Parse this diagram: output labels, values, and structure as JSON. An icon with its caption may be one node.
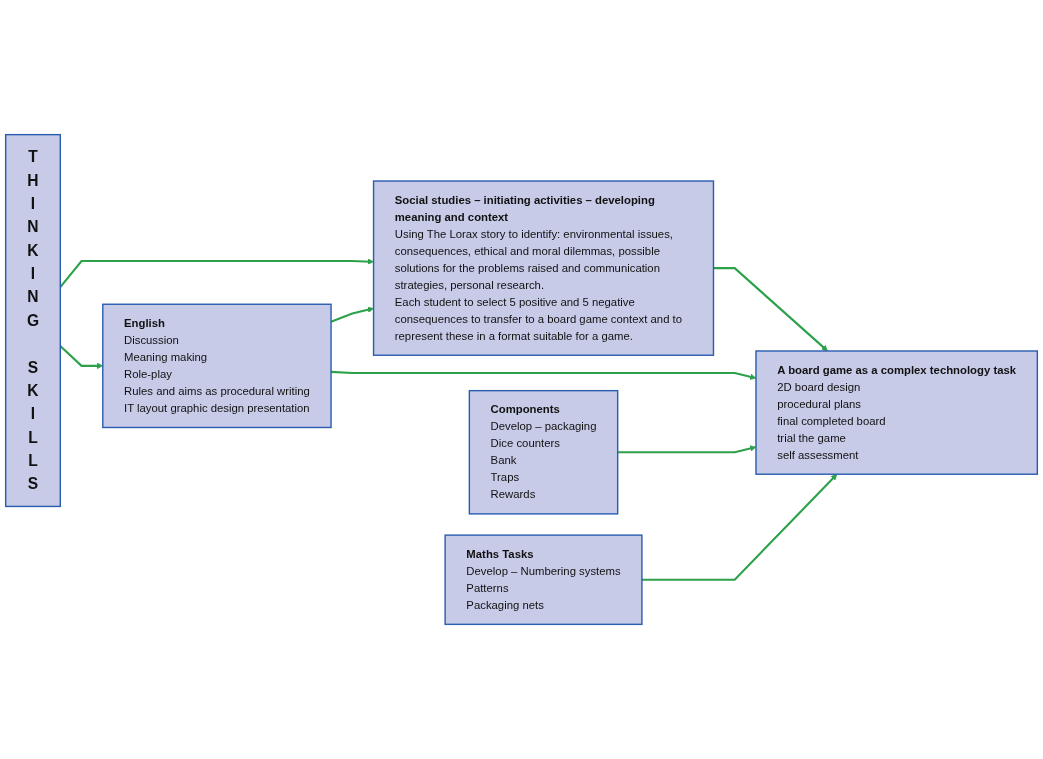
{
  "diagram": {
    "nodes": [
      {
        "text": [
          "THINKING SKILLS"
        ]
      },
      {
        "text": [
          "Social studies – initiating activities – developing meaning and context",
          "Using The Lorax story to identify: environmental issues, consequences, ethical and moral dilemmas, possible solutions for the problems raised and communication strategies, personal research.",
          "Each student to select 5 positive and 5 negative consequences to transfer to a board game context and to represent these in a format suitable for a game."
        ]
      },
      {
        "text": [
          "English",
          "Discussion",
          "Meaning making",
          "Role-play",
          "Rules and aims as procedural writing",
          "IT layout graphic design presentation"
        ]
      },
      {
        "text": [
          "A board game as a complex technology task",
          "2D board design",
          "procedural plans",
          "final completed board",
          "trial the game",
          "self assessment"
        ]
      },
      {
        "text": [
          "Components",
          "Develop – packaging",
          "Dice counters",
          "Bank",
          "Traps",
          "Rewards"
        ]
      },
      {
        "text": [
          "Maths Tasks",
          "Develop – Numbering systems",
          "Patterns",
          "Packaging nets"
        ]
      }
    ],
    "edges": [
      {
        "from": 0,
        "to": 1,
        "arrow": "to",
        "color": "#2ca14a"
      },
      {
        "from": 0,
        "to": 2,
        "arrow": "to",
        "color": "#2ca14a"
      },
      {
        "from": 2,
        "to": 1,
        "arrow": "to",
        "color": "#2ca14a"
      },
      {
        "from": 1,
        "to": 3,
        "arrow": "to",
        "color": "#2ca14a"
      },
      {
        "from": 2,
        "to": 3,
        "arrow": "to",
        "color": "#2ca14a"
      },
      {
        "from": 4,
        "to": 3,
        "arrow": "to",
        "color": "#2ca14a"
      },
      {
        "from": 5,
        "to": 3,
        "arrow": "to",
        "color": "#2ca14a"
      }
    ]
  }
}
